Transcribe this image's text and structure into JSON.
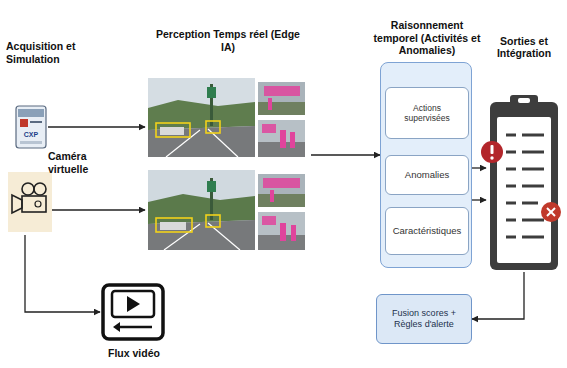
{
  "diagram": {
    "nodes": [
      {
        "text": [
          "CXP"
        ]
      },
      {
        "text": [
          "Caméra virtuelle"
        ]
      },
      {
        "text": [
          "Flux vidéo"
        ]
      },
      {
        "text": [
          "Perception Temps réel (Edge IA)"
        ]
      },
      {
        "text": [
          "Raisonnement temporel (Activités et Anomalies)"
        ]
      },
      {
        "text": [
          "Actions supervisées"
        ],
        "in": 4
      },
      {
        "text": [
          "Anomalies"
        ],
        "in": 4
      },
      {
        "text": [
          "Caractéristiques"
        ],
        "in": 4
      },
      {
        "text": [
          "Sorties et Intégration"
        ]
      },
      {
        "text": [
          "Fusion scores + Règles d'alerte"
        ]
      }
    ],
    "edges": [
      {
        "from": 0,
        "to": 3,
        "arrow": "to"
      },
      {
        "from": 1,
        "to": 3,
        "arrow": "to"
      },
      {
        "from": 1,
        "to": 2,
        "arrow": "to"
      },
      {
        "from": 3,
        "to": 4,
        "arrow": "to"
      },
      {
        "from": 4,
        "to": 8,
        "arrow": "to"
      },
      {
        "from": 4,
        "to": 8,
        "arrow": "to"
      },
      {
        "from": 8,
        "to": 9,
        "arrow": "to"
      }
    ],
    "labels": [
      "Acquisition et Simulation"
    ]
  }
}
